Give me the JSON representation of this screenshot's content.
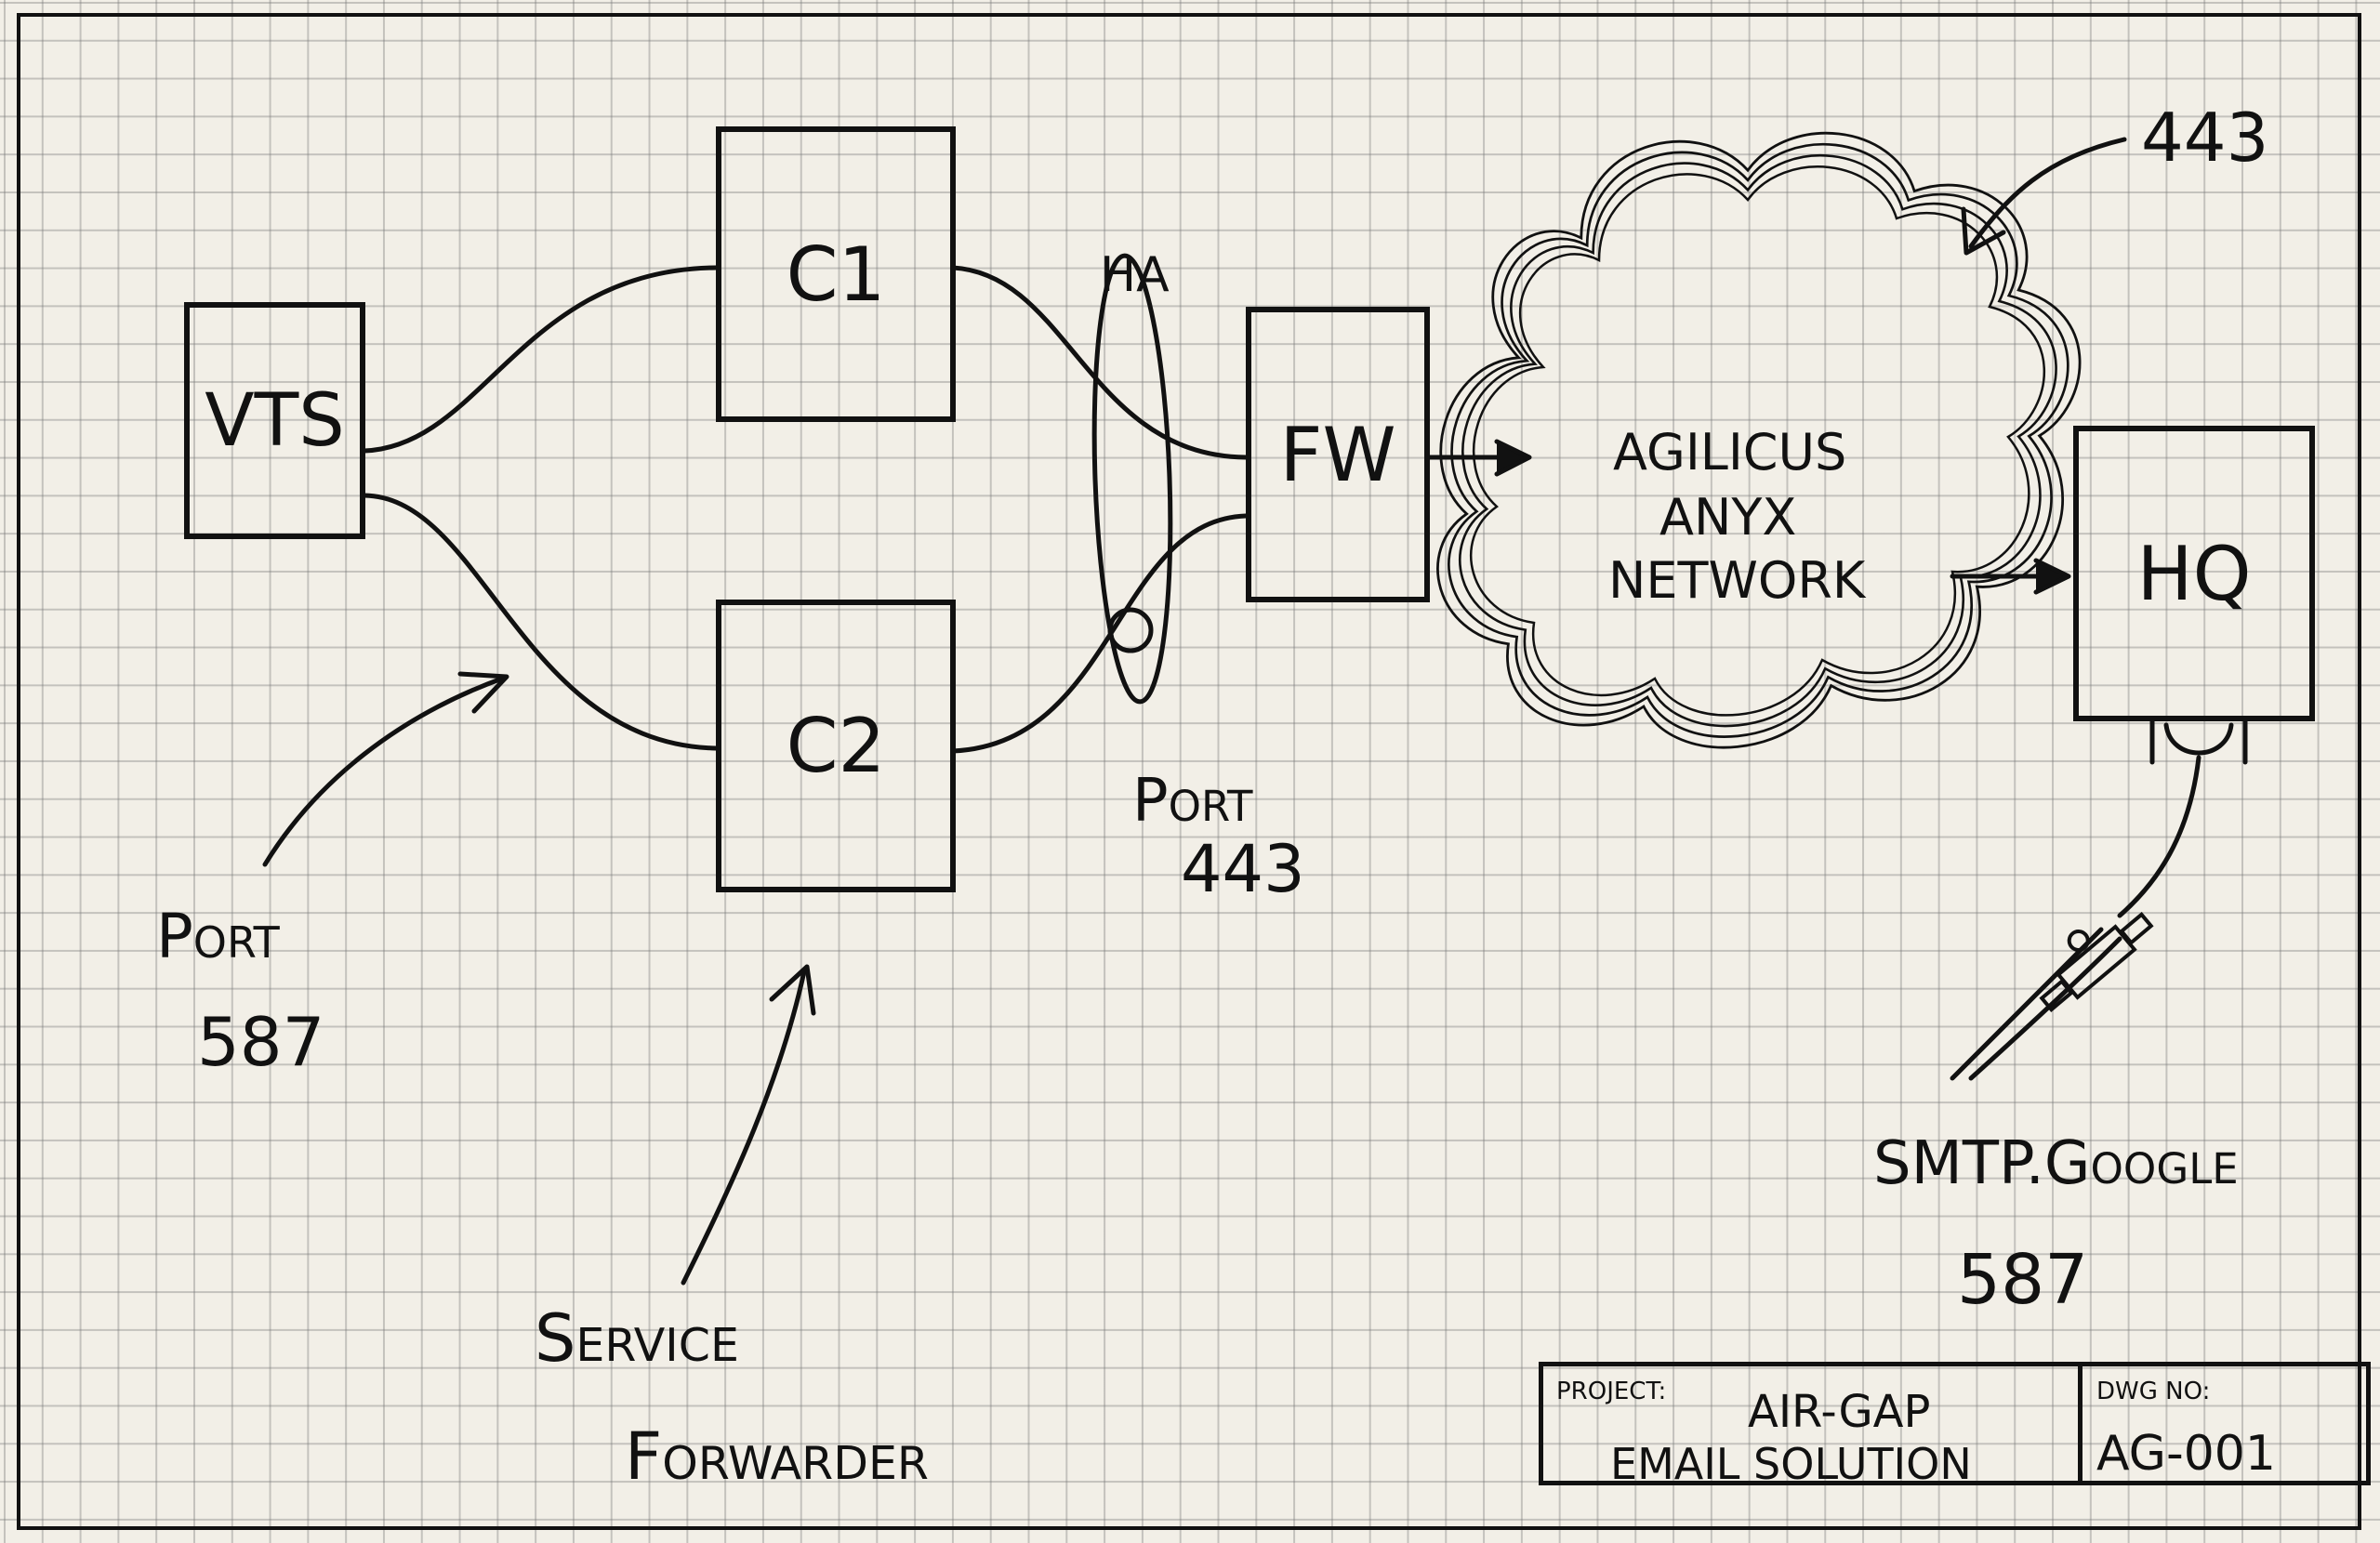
{
  "diagram": {
    "nodes": {
      "vts": "VTS",
      "c1": "C1",
      "c2": "C2",
      "fw": "FW",
      "hq": "HQ"
    },
    "cloud_label": [
      "AGILICUS",
      "ANYX",
      "NETWORK"
    ],
    "annotations": {
      "ha": "HA",
      "port_443_a": "Port",
      "port_443_b": "443",
      "cloud_443": "443",
      "port_587_a": "Port",
      "port_587_b": "587",
      "service_a": "Service",
      "service_b": "Forwarder",
      "smtp_a": "SMTP.Google",
      "smtp_b": "587"
    }
  },
  "title_block": {
    "project_label": "PROJECT:",
    "project_line1": "AIR-GAP",
    "project_line2": "EMAIL SOLUTION",
    "dwg_label": "DWG NO:",
    "dwg_no": "AG-001"
  },
  "colors": {
    "ink": "#111111",
    "paper": "#f2efe7",
    "grid": "#8a8a8a"
  }
}
